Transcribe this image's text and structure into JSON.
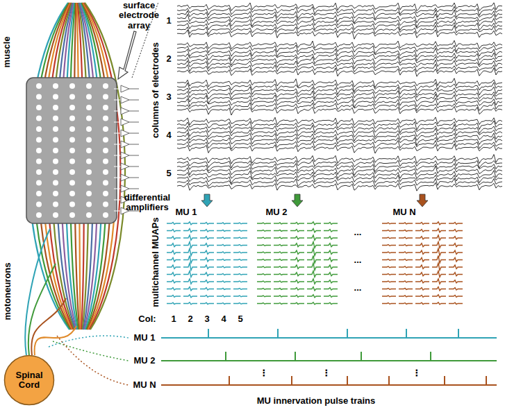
{
  "diagram": {
    "nodes": [
      {
        "text": [
          "Spinal Cord"
        ]
      }
    ],
    "labels": [
      "surface electrode array",
      "muscle",
      "motoneurons",
      "differential amplifiers",
      "columns of electrodes",
      "1",
      "2",
      "3",
      "4",
      "5",
      "MU 1",
      "MU 2",
      "MU N",
      "multichannel MUAPs",
      "...",
      "...",
      "...",
      "Col:",
      "1",
      "2",
      "3",
      "4",
      "5",
      "MU 1",
      "MU 2",
      "MU N",
      "⋮",
      "⋮",
      "⋮",
      "MU innervation pulse trains"
    ]
  }
}
